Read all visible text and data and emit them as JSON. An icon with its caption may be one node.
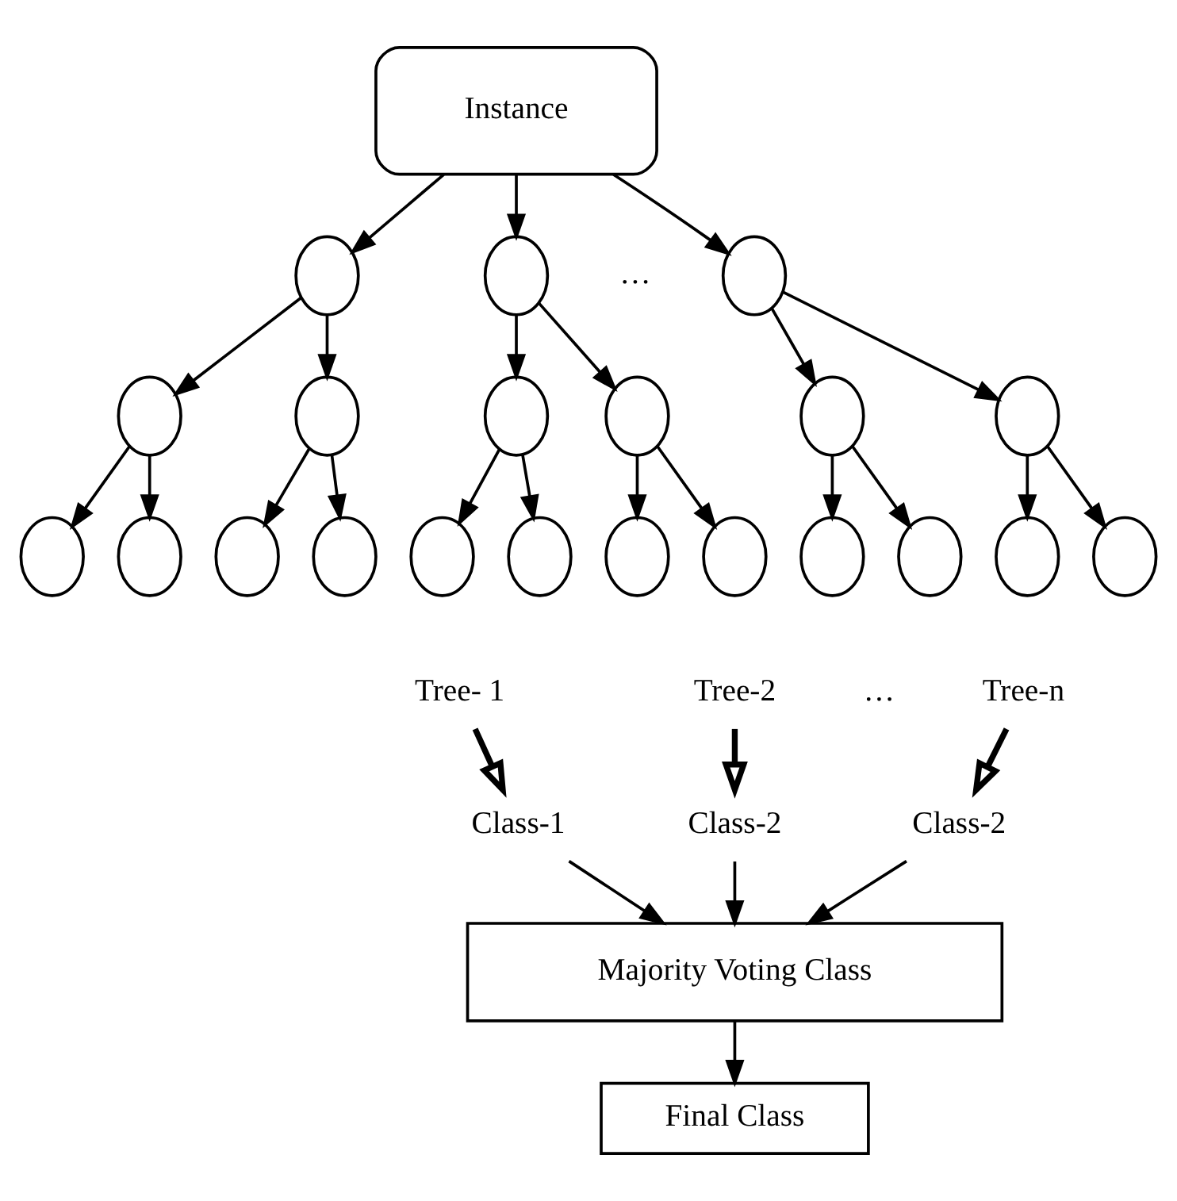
{
  "diagram": {
    "nodes": [
      {
        "text": [
          "Instance"
        ]
      },
      {
        "text": [],
        "shape": "circle"
      },
      {
        "text": [],
        "shape": "circle"
      },
      {
        "text": [],
        "shape": "circle"
      },
      {
        "text": [],
        "shape": "circle"
      },
      {
        "text": [],
        "shape": "circle"
      },
      {
        "text": [],
        "shape": "circle"
      },
      {
        "text": [],
        "shape": "circle"
      },
      {
        "text": [],
        "shape": "circle"
      },
      {
        "text": [],
        "shape": "circle"
      },
      {
        "text": [],
        "shape": "circle"
      },
      {
        "text": [],
        "shape": "circle"
      },
      {
        "text": [],
        "shape": "circle"
      },
      {
        "text": [],
        "shape": "circle"
      },
      {
        "text": [],
        "shape": "circle"
      },
      {
        "text": [],
        "shape": "circle"
      },
      {
        "text": [],
        "shape": "circle"
      },
      {
        "text": [],
        "shape": "circle"
      },
      {
        "text": [],
        "shape": "circle"
      },
      {
        "text": [],
        "shape": "circle"
      },
      {
        "text": [],
        "shape": "circle"
      },
      {
        "text": [],
        "shape": "circle"
      },
      {
        "text": [
          "Tree- 1"
        ]
      },
      {
        "text": [
          "Tree-2"
        ]
      },
      {
        "text": [
          "Tree-n"
        ]
      },
      {
        "text": [
          "Class-1"
        ]
      },
      {
        "text": [
          "Class-2"
        ]
      },
      {
        "text": [
          "Class-2"
        ]
      },
      {
        "text": [
          "Majority Voting Class"
        ]
      },
      {
        "text": [
          "Final Class"
        ]
      }
    ],
    "edges": [
      {
        "from": 0,
        "to": 1,
        "arrow": "to"
      },
      {
        "from": 0,
        "to": 8,
        "arrow": "to"
      },
      {
        "from": 0,
        "to": 15,
        "arrow": "to"
      },
      {
        "from": 1,
        "to": 2,
        "arrow": "to"
      },
      {
        "from": 1,
        "to": 3,
        "arrow": "to"
      },
      {
        "from": 2,
        "to": 4,
        "arrow": "to"
      },
      {
        "from": 2,
        "to": 5,
        "arrow": "to"
      },
      {
        "from": 3,
        "to": 6,
        "arrow": "to"
      },
      {
        "from": 3,
        "to": 7,
        "arrow": "to"
      },
      {
        "from": 8,
        "to": 9,
        "arrow": "to"
      },
      {
        "from": 8,
        "to": 10,
        "arrow": "to"
      },
      {
        "from": 9,
        "to": 11,
        "arrow": "to"
      },
      {
        "from": 9,
        "to": 12,
        "arrow": "to"
      },
      {
        "from": 10,
        "to": 13,
        "arrow": "to"
      },
      {
        "from": 10,
        "to": 14,
        "arrow": "to"
      },
      {
        "from": 15,
        "to": 16,
        "arrow": "to"
      },
      {
        "from": 15,
        "to": 17,
        "arrow": "to"
      },
      {
        "from": 16,
        "to": 18,
        "arrow": "to"
      },
      {
        "from": 16,
        "to": 19,
        "arrow": "to"
      },
      {
        "from": 17,
        "to": 20,
        "arrow": "to"
      },
      {
        "from": 17,
        "to": 21,
        "arrow": "to"
      },
      {
        "from": 22,
        "to": 25,
        "arrow": "to",
        "style": "thick"
      },
      {
        "from": 23,
        "to": 26,
        "arrow": "to",
        "style": "thick"
      },
      {
        "from": 24,
        "to": 27,
        "arrow": "to",
        "style": "thick"
      },
      {
        "from": 25,
        "to": 28,
        "arrow": "to"
      },
      {
        "from": 26,
        "to": 28,
        "arrow": "to"
      },
      {
        "from": 27,
        "to": 28,
        "arrow": "to"
      },
      {
        "from": 28,
        "to": 29,
        "arrow": "to"
      }
    ],
    "labels": [
      "…",
      "…"
    ]
  }
}
